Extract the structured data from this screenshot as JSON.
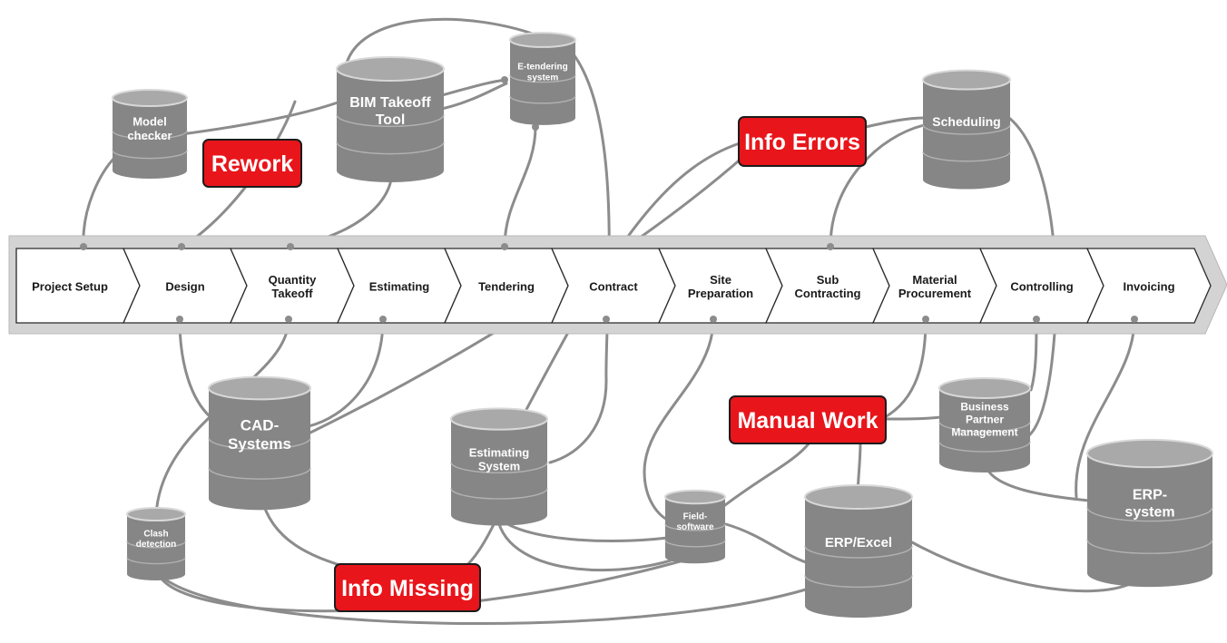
{
  "process_steps": [
    {
      "id": "project-setup",
      "lines": [
        "Project Setup"
      ]
    },
    {
      "id": "design",
      "lines": [
        "Design"
      ]
    },
    {
      "id": "quantity-takeoff",
      "lines": [
        "Quantity",
        "Takeoff"
      ]
    },
    {
      "id": "estimating",
      "lines": [
        "Estimating"
      ]
    },
    {
      "id": "tendering",
      "lines": [
        "Tendering"
      ]
    },
    {
      "id": "contract",
      "lines": [
        "Contract"
      ]
    },
    {
      "id": "site-preparation",
      "lines": [
        "Site",
        "Preparation"
      ]
    },
    {
      "id": "sub-contracting",
      "lines": [
        "Sub",
        "Contracting"
      ]
    },
    {
      "id": "material-procurement",
      "lines": [
        "Material",
        "Procurement"
      ]
    },
    {
      "id": "controlling",
      "lines": [
        "Controlling"
      ]
    },
    {
      "id": "invoicing",
      "lines": [
        "Invoicing"
      ]
    }
  ],
  "systems": [
    {
      "id": "model-checker",
      "lines": [
        "Model",
        "checker"
      ]
    },
    {
      "id": "bim-takeoff-tool",
      "lines": [
        "BIM Takeoff",
        "Tool"
      ]
    },
    {
      "id": "e-tendering-system",
      "lines": [
        "E-tendering",
        "system"
      ]
    },
    {
      "id": "scheduling",
      "lines": [
        "Scheduling"
      ]
    },
    {
      "id": "cad-systems",
      "lines": [
        "CAD-",
        "Systems"
      ]
    },
    {
      "id": "estimating-system",
      "lines": [
        "Estimating",
        "System"
      ]
    },
    {
      "id": "clash-detection",
      "lines": [
        "Clash",
        "detection"
      ]
    },
    {
      "id": "field-software",
      "lines": [
        "Field-",
        "software"
      ]
    },
    {
      "id": "erp-excel",
      "lines": [
        "ERP/Excel"
      ]
    },
    {
      "id": "business-partner-management",
      "lines": [
        "Business",
        "Partner",
        "Management"
      ]
    },
    {
      "id": "erp-system",
      "lines": [
        "ERP-",
        "system"
      ]
    }
  ],
  "issues": [
    {
      "id": "rework",
      "label": "Rework"
    },
    {
      "id": "info-errors",
      "label": "Info Errors"
    },
    {
      "id": "manual-work",
      "label": "Manual Work"
    },
    {
      "id": "info-missing",
      "label": "Info Missing"
    }
  ],
  "colors": {
    "issue_fill": "#e8151b",
    "database_fill": "#868686",
    "connector": "#8c8c8c",
    "process_band": "#d3d3d3"
  }
}
